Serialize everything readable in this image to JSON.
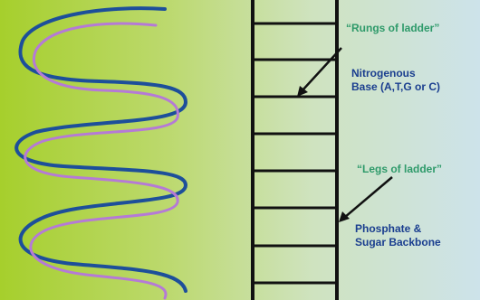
{
  "colors": {
    "strand_blue": "#1d4f9a",
    "strand_purple": "#b57ad6",
    "ladder": "#111111",
    "quote_label": "#2e9a6a",
    "desc_label": "#1a3e8f",
    "arrow": "#111111"
  },
  "labels": {
    "rungs_quote": "“Rungs of ladder”",
    "rungs_desc_line1": "Nitrogenous",
    "rungs_desc_line2": "Base (A,T,G or C)",
    "legs_quote": "“Legs of ladder”",
    "legs_desc_line1": "Phosphate &",
    "legs_desc_line2": "Sugar Backbone"
  }
}
